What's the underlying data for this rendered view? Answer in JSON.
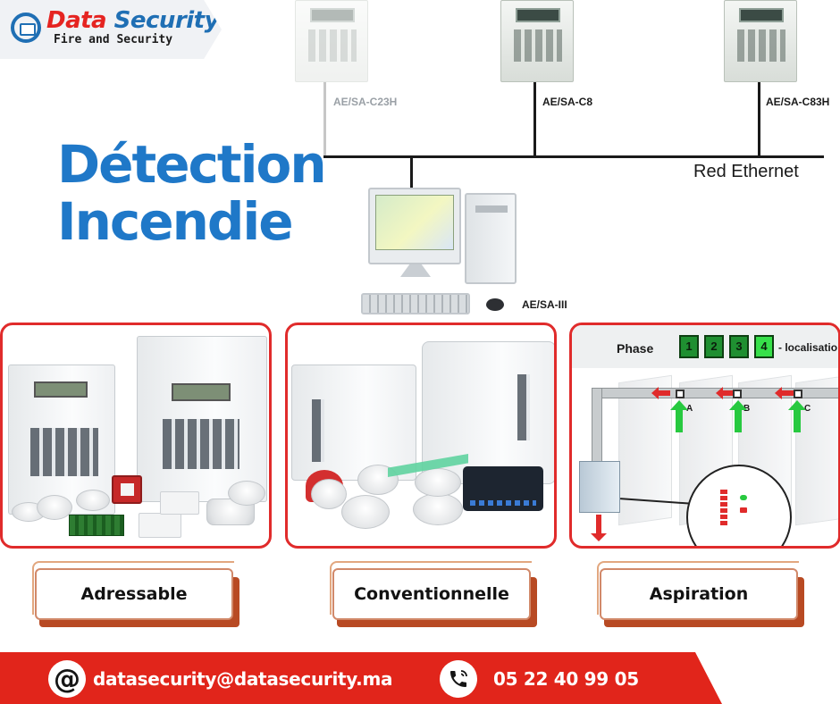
{
  "brand": {
    "title_a": "Data",
    "title_b": " Security",
    "tagline": "Fire and Security"
  },
  "network": {
    "panels": [
      {
        "label": "AE/SA-C23H"
      },
      {
        "label": "AE/SA-C8"
      },
      {
        "label": "AE/SA-C83H"
      }
    ],
    "bus_label": "Red Ethernet",
    "workstation_label": "AE/SA-III"
  },
  "hero": {
    "line1": "Détection",
    "line2": "Incendie"
  },
  "categories": [
    {
      "label": "Adressable"
    },
    {
      "label": "Conventionnelle"
    },
    {
      "label": "Aspiration"
    }
  ],
  "aspiration_diagram": {
    "phase_label": "Phase",
    "phases": [
      "1",
      "2",
      "3",
      "4"
    ],
    "active_phase": "4",
    "phase_suffix": "- localisatio",
    "zones": [
      "A",
      "B",
      "C"
    ]
  },
  "contact": {
    "email_icon": "at-icon",
    "email": "datasecurity@datasecurity.ma",
    "phone_icon": "phone-icon",
    "phone": "05 22 40 99 05"
  },
  "colors": {
    "accent_blue": "#1f78c8",
    "accent_red": "#e1251b",
    "card_border": "#e02b2b",
    "tag_shadow": "#b84a23"
  }
}
